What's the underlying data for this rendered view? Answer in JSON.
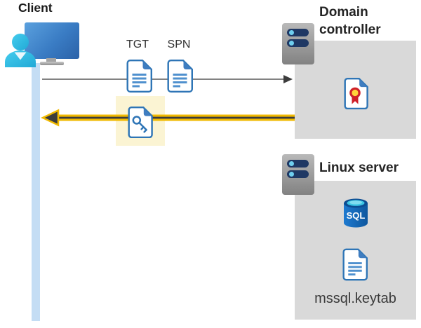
{
  "client": {
    "label": "Client"
  },
  "flow": {
    "tgt_label": "TGT",
    "spn_label": "SPN"
  },
  "domain_controller": {
    "label": "Domain controller"
  },
  "linux_server": {
    "label": "Linux server",
    "sql_text": "SQL",
    "keytab_label": "mssql.keytab"
  },
  "icons": [
    "user-icon",
    "monitor-icon",
    "lifeline-bar",
    "server-icon",
    "tgt-document-icon",
    "spn-document-icon",
    "key-document-icon",
    "certificate-icon",
    "sql-database-icon",
    "keytab-document-icon",
    "arrow-right-icon",
    "arrow-left-highlight-icon"
  ],
  "colors": {
    "box_gray": "#d9d9d9",
    "lifeline_blue": "#c4ddf4",
    "highlight_yellow_box": "#fbf4d3",
    "arrow_yellow": "#f0b900",
    "arrow_dark_core": "#3c3c3c",
    "gray_line": "#595959",
    "doc_border_blue": "#2e75b6",
    "doc_fold_blue": "#3f7dc0",
    "doc_line_blue": "#4f90ce",
    "person_cyan": "#38c1e4",
    "monitor_blue": "#3a7cc4",
    "server_slot_navy": "#1f3864",
    "server_dot_cyan": "#6fcfef",
    "sql_body_blue": "#1269b9",
    "sql_top_cyan": "#3dc6e4",
    "cert_red": "#ce2029",
    "cert_yellow": "#ffd43b"
  }
}
